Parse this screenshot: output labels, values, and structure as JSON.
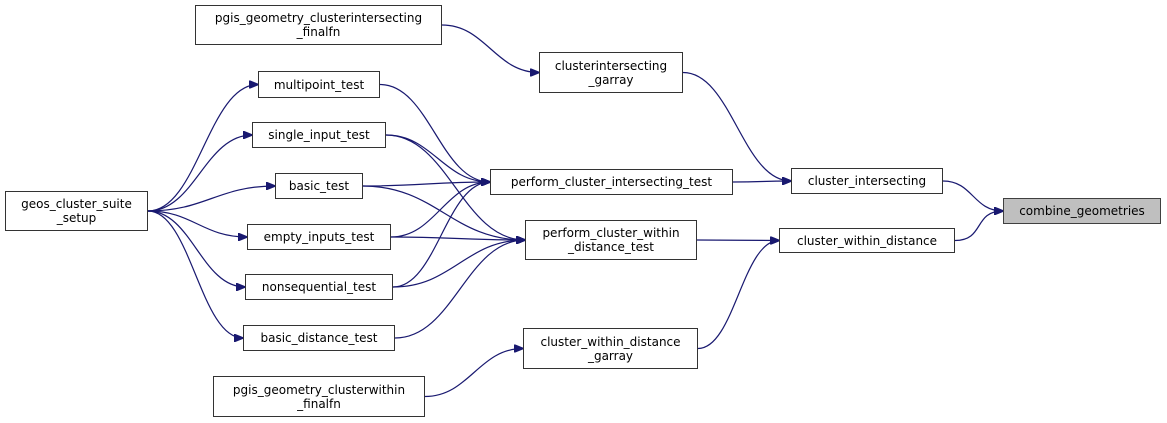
{
  "graph": {
    "type": "call-graph",
    "direction": "left-to-right",
    "colors": {
      "edge": "#191970",
      "node_border": "#333333",
      "root_fill": "#bfbfbf",
      "node_fill": "#ffffff"
    },
    "nodes": {
      "pgis_ci_finalfn": {
        "lines": [
          "pgis_geometry_clusterintersecting",
          "_finalfn"
        ]
      },
      "ci_garray": {
        "lines": [
          "clusterintersecting",
          "_garray"
        ]
      },
      "multipoint_test": {
        "lines": [
          "multipoint_test"
        ]
      },
      "single_input_test": {
        "lines": [
          "single_input_test"
        ]
      },
      "basic_test": {
        "lines": [
          "basic_test"
        ]
      },
      "suite_setup": {
        "lines": [
          "geos_cluster_suite",
          "_setup"
        ]
      },
      "empty_inputs_test": {
        "lines": [
          "empty_inputs_test"
        ]
      },
      "nonsequential_test": {
        "lines": [
          "nonsequential_test"
        ]
      },
      "basic_distance_test": {
        "lines": [
          "basic_distance_test"
        ]
      },
      "pgis_cw_finalfn": {
        "lines": [
          "pgis_geometry_clusterwithin",
          "_finalfn"
        ]
      },
      "pcit": {
        "lines": [
          "perform_cluster_intersecting_test"
        ]
      },
      "pcwdt": {
        "lines": [
          "perform_cluster_within",
          "_distance_test"
        ]
      },
      "cwd_garray": {
        "lines": [
          "cluster_within_distance",
          "_garray"
        ]
      },
      "cluster_intersecting": {
        "lines": [
          "cluster_intersecting"
        ]
      },
      "cluster_within_distance": {
        "lines": [
          "cluster_within_distance"
        ]
      },
      "combine_geometries": {
        "lines": [
          "combine_geometries"
        ],
        "root": true
      }
    },
    "edges": [
      [
        "pgis_ci_finalfn",
        "ci_garray"
      ],
      [
        "ci_garray",
        "cluster_intersecting"
      ],
      [
        "suite_setup",
        "multipoint_test"
      ],
      [
        "suite_setup",
        "single_input_test"
      ],
      [
        "suite_setup",
        "basic_test"
      ],
      [
        "suite_setup",
        "empty_inputs_test"
      ],
      [
        "suite_setup",
        "nonsequential_test"
      ],
      [
        "suite_setup",
        "basic_distance_test"
      ],
      [
        "multipoint_test",
        "pcit"
      ],
      [
        "single_input_test",
        "pcit"
      ],
      [
        "single_input_test",
        "pcwdt"
      ],
      [
        "basic_test",
        "pcit"
      ],
      [
        "basic_test",
        "pcwdt"
      ],
      [
        "empty_inputs_test",
        "pcit"
      ],
      [
        "empty_inputs_test",
        "pcwdt"
      ],
      [
        "nonsequential_test",
        "pcit"
      ],
      [
        "nonsequential_test",
        "pcwdt"
      ],
      [
        "basic_distance_test",
        "pcwdt"
      ],
      [
        "pcit",
        "cluster_intersecting"
      ],
      [
        "pcwdt",
        "cluster_within_distance"
      ],
      [
        "pgis_cw_finalfn",
        "cwd_garray"
      ],
      [
        "cwd_garray",
        "cluster_within_distance"
      ],
      [
        "cluster_intersecting",
        "combine_geometries"
      ],
      [
        "cluster_within_distance",
        "combine_geometries"
      ]
    ]
  }
}
